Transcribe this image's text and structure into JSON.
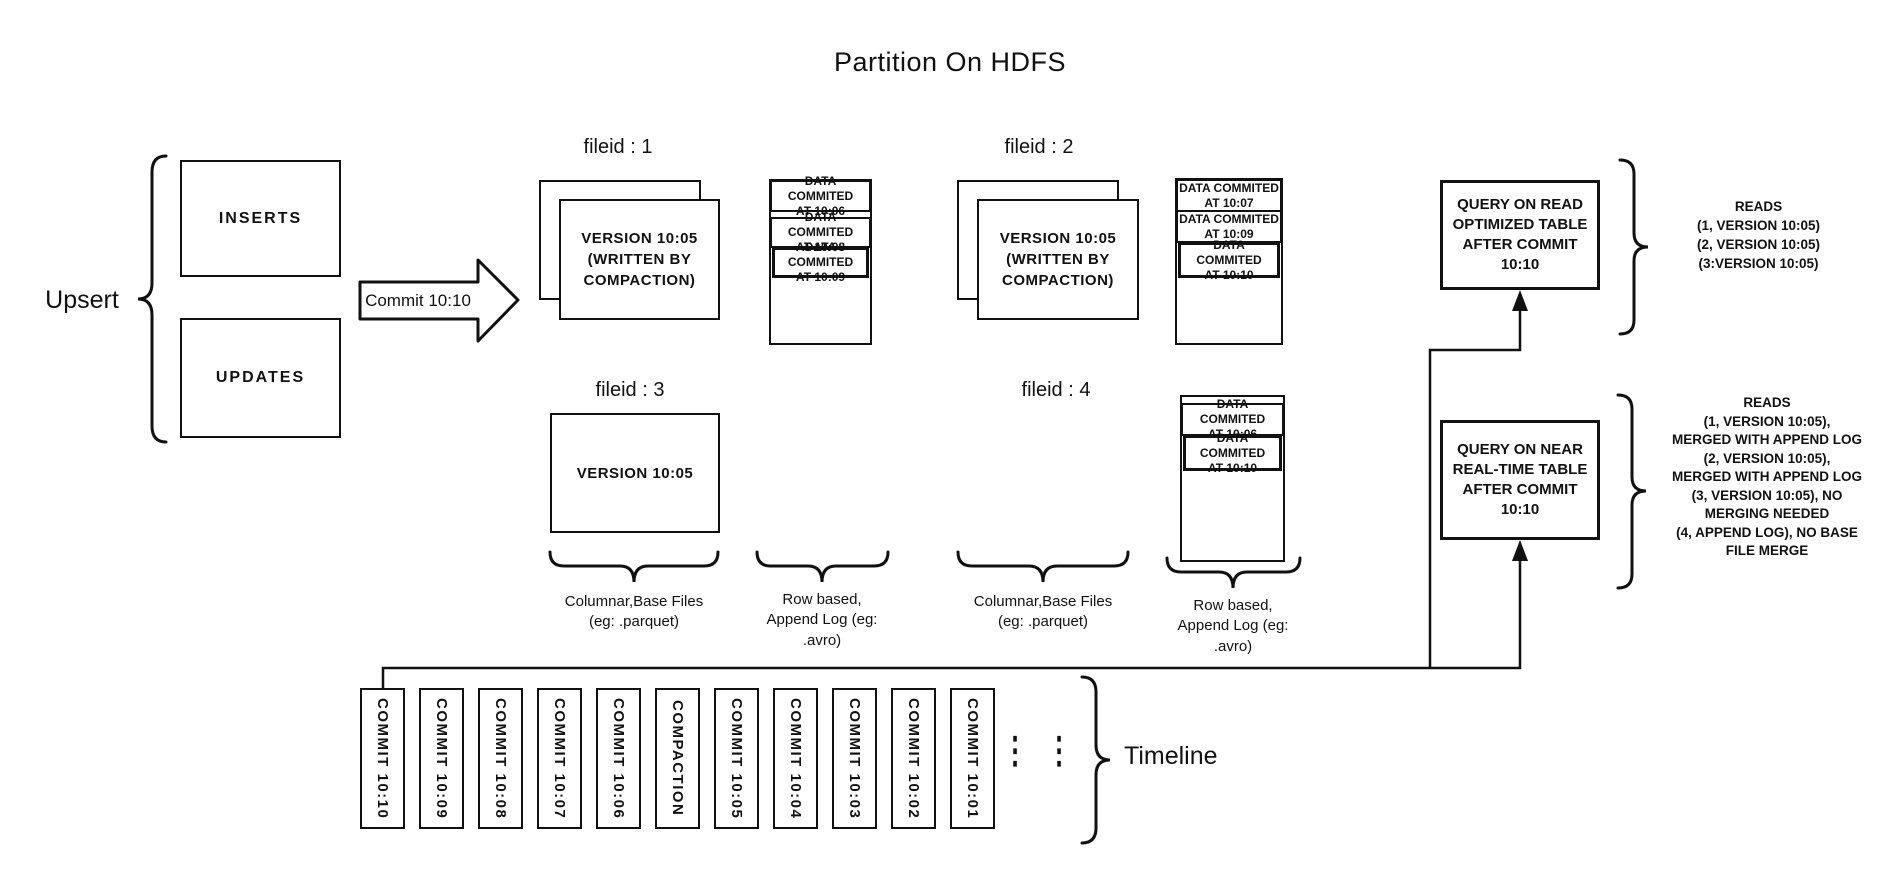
{
  "title": "Partition On HDFS",
  "upsert": {
    "label": "Upsert",
    "inserts": "INSERTS",
    "updates": "UPDATES"
  },
  "commit_arrow": "Commit 10:10",
  "file_groups": {
    "f1": {
      "label": "fileid : 1",
      "base": "VERSION 10:05\n(WRITTEN BY\nCOMPACTION)",
      "logs": [
        "DATA COMMITED\nAT 10:06",
        "DATA COMMITED\nAT 10:08",
        "DATA COMMITED\nAT 10:09"
      ]
    },
    "f2": {
      "label": "fileid : 2",
      "base": "VERSION 10:05\n(WRITTEN BY\nCOMPACTION)",
      "logs": [
        "DATA COMMITED\nAT 10:07",
        "DATA COMMITED\nAT 10:09",
        "DATA COMMITED\nAT 10:10"
      ]
    },
    "f3": {
      "label": "fileid : 3",
      "base": "VERSION 10:05"
    },
    "f4": {
      "label": "fileid : 4",
      "logs": [
        "DATA COMMITED\nAT 10:06",
        "DATA COMMITED\nAT 10:10"
      ]
    }
  },
  "brace_labels": {
    "columnar": "Columnar,Base Files\n(eg: .parquet)",
    "row_based": "Row based,\nAppend Log  (eg:\n.avro)"
  },
  "queries": {
    "read_optimized": {
      "box": "QUERY ON READ\nOPTIMIZED TABLE\nAFTER COMMIT\n10:10",
      "reads": "READS\n(1, VERSION 10:05)\n(2, VERSION 10:05)\n(3:VERSION 10:05)"
    },
    "near_real_time": {
      "box": "QUERY ON NEAR\nREAL-TIME TABLE\nAFTER COMMIT\n10:10",
      "reads": "READS\n(1, VERSION 10:05),\nMERGED WITH APPEND LOG\n(2, VERSION 10:05),\nMERGED WITH APPEND LOG\n(3, VERSION 10:05), NO\nMERGING NEEDED\n(4, APPEND LOG), NO BASE\nFILE MERGE"
    }
  },
  "timeline": {
    "label": "Timeline",
    "ellipsis": "⋮",
    "items": [
      "COMMIT 10:10",
      "COMMIT 10:09",
      "COMMIT 10:08",
      "COMMIT 10:07",
      "COMMIT 10:06",
      "COMPACTION",
      "COMMIT 10:05",
      "COMMIT 10:04",
      "COMMIT 10:03",
      "COMMIT 10:02",
      "COMMIT 10:01"
    ]
  },
  "colors": {
    "ink": "#111111",
    "background": "#ffffff"
  }
}
